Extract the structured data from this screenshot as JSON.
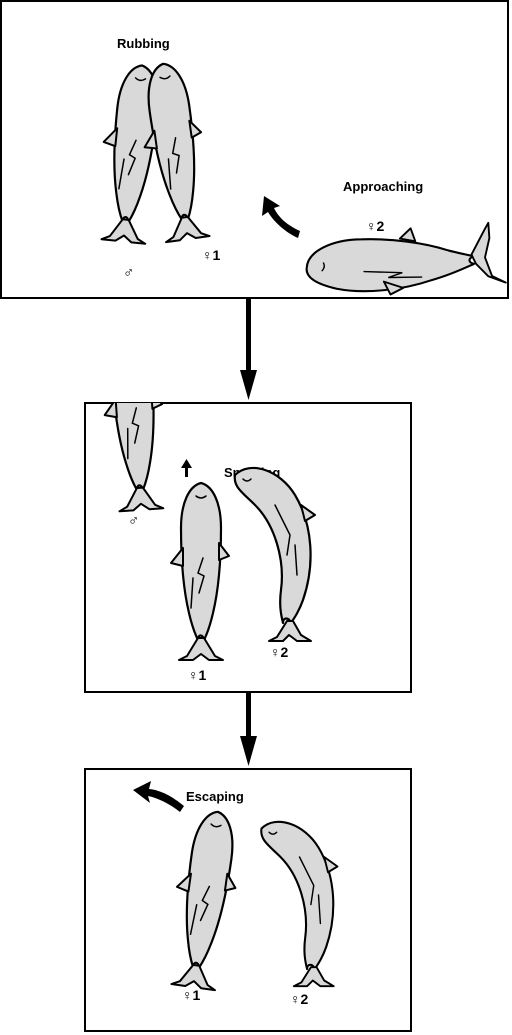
{
  "panels": [
    {
      "labels": {
        "behavior_a": "Rubbing",
        "behavior_b": "Approaching",
        "male": "♂",
        "female1": "♀1",
        "female2": "♀2"
      }
    },
    {
      "labels": {
        "behavior": "Snouting",
        "male": "♂",
        "female1": "♀1",
        "female2": "♀2"
      }
    },
    {
      "labels": {
        "behavior": "Escaping",
        "female1": "♀1",
        "female2": "♀2"
      }
    }
  ],
  "colors": {
    "fish_fill": "#d9d9d9",
    "stroke": "#000000"
  }
}
